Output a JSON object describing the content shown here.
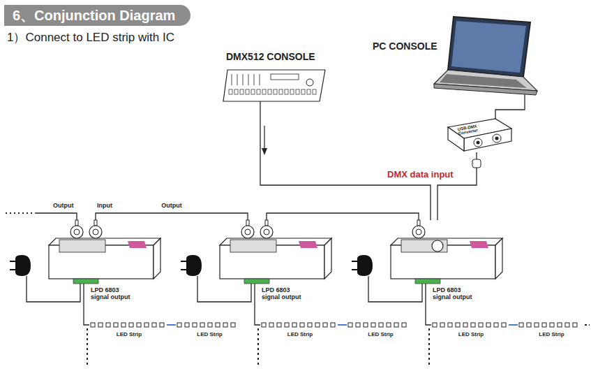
{
  "diagram": {
    "title": "6、Conjunction Diagram",
    "nodes": [
      {
        "text": [
          "DMX512 CONSOLE"
        ]
      },
      {
        "text": [
          "PC CONSOLE"
        ]
      },
      {
        "text": [
          "USB-DMX Converter"
        ]
      },
      {
        "text": [
          "LPD 6803 signal output"
        ]
      },
      {
        "text": [
          "LPD 6803 signal output"
        ]
      },
      {
        "text": [
          "LPD 6803 signal output"
        ]
      },
      {
        "text": [
          "LED Strip"
        ]
      },
      {
        "text": [
          "LED Strip"
        ]
      },
      {
        "text": [
          "LED Strip"
        ]
      },
      {
        "text": [
          "LED Strip"
        ]
      },
      {
        "text": [
          "LED Strip"
        ]
      },
      {
        "text": [
          "LED Strip"
        ]
      }
    ],
    "edges": [
      {
        "from": 0,
        "to": 5,
        "arrow": "none"
      },
      {
        "from": 1,
        "to": 2,
        "arrow": "none"
      },
      {
        "from": 2,
        "to": 5,
        "label": "DMX data input",
        "arrow": "none"
      },
      {
        "from": 5,
        "to": 4,
        "arrow": "none"
      },
      {
        "from": 4,
        "to": 3,
        "label": "Output",
        "arrow": "none"
      },
      {
        "from": 3,
        "to": 6,
        "arrow": "none"
      },
      {
        "from": 6,
        "to": 7,
        "arrow": "none"
      },
      {
        "from": 4,
        "to": 8,
        "arrow": "none"
      },
      {
        "from": 8,
        "to": 9,
        "arrow": "none"
      },
      {
        "from": 5,
        "to": 10,
        "arrow": "none"
      },
      {
        "from": 10,
        "to": 11,
        "arrow": "none"
      }
    ],
    "labels": [
      "1）Connect to LED strip with IC",
      "Output",
      "Input"
    ]
  }
}
